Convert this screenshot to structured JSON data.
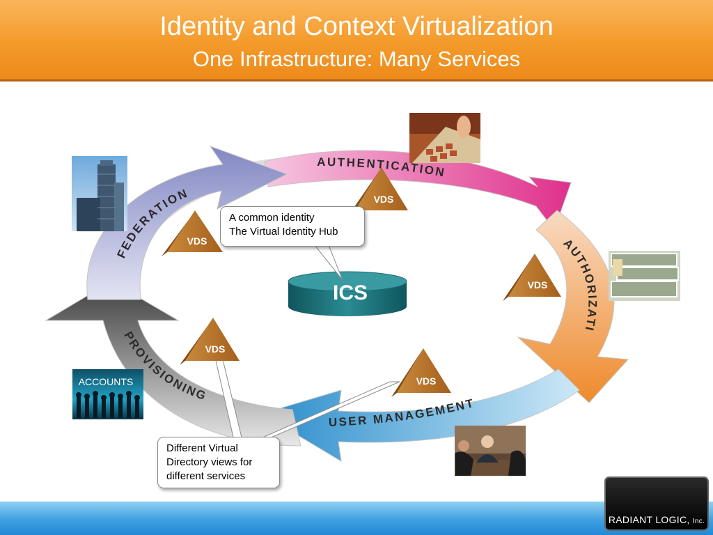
{
  "header": {
    "title": "Identity and Context Virtualization",
    "subtitle": "One Infrastructure: Many Services"
  },
  "cycle": {
    "authentication_label": "AUTHENTICATION",
    "authorization_label": "AUTHORIZATION",
    "user_management_label": "USER MANAGEMENT",
    "provisioning_label": "PROVISIONING",
    "federation_label": "FEDERATION",
    "hub_label": "ICS",
    "node_label": "VDS"
  },
  "callouts": {
    "hub": [
      "A common identity",
      "The Virtual Identity Hub"
    ],
    "views": [
      "Different Virtual",
      "Directory views for",
      "different services"
    ]
  },
  "photos": {
    "accounts_label": "ACCOUNTS"
  },
  "logo": {
    "name": "RADIANT LOGIC,",
    "suffix": "Inc."
  },
  "colors": {
    "header_orange": "#f39a2a",
    "footer_blue": "#2389d4",
    "authentication": "#e2358f",
    "authorization": "#ef8a2a",
    "user_management": "#2f93cf",
    "provisioning": "#5a5a5a",
    "federation": "#8b8fc4",
    "hub_teal": "#1f6e75",
    "vds_bronze": "#b9752c"
  },
  "icons": {
    "hub": "database-cylinder-icon",
    "node": "triangle-node-icon"
  }
}
